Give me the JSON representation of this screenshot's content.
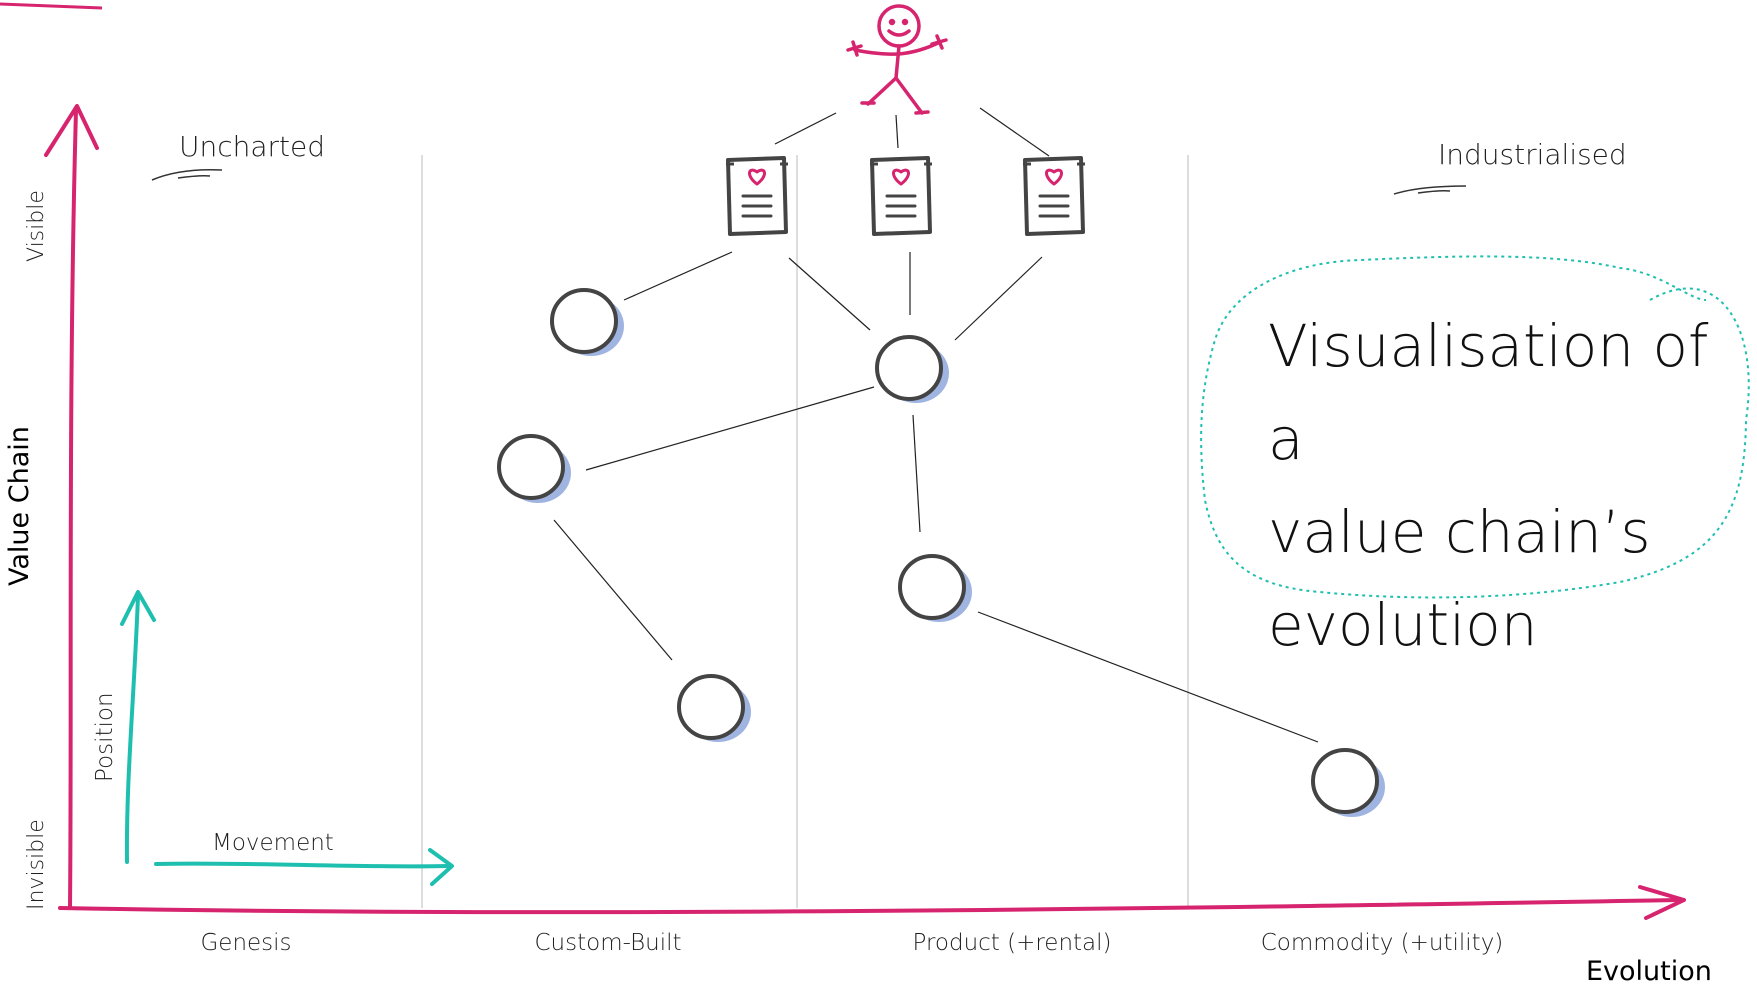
{
  "title": "Visualisation of a\nvalue chain’s\nevolution",
  "axes": {
    "y_label": "Value Chain",
    "x_label": "Evolution",
    "y_top": "Visible",
    "y_bottom": "Invisible"
  },
  "stages": [
    "Genesis",
    "Custom-Built",
    "Product (+rental)",
    "Commodity (+utility)"
  ],
  "regions": {
    "left": "Uncharted",
    "right": "Industrialised"
  },
  "legend": {
    "position": "Position",
    "movement": "Movement"
  },
  "icons": {
    "user": "stick-figure-user-icon",
    "need": "document-with-heart-icon",
    "component": "circle-component-icon"
  },
  "colors": {
    "axis": "#d6246e",
    "legend": "#1fbfb0",
    "node_stroke": "#444444",
    "node_shadow": "#9fb4e0",
    "grid": "#dddddd",
    "title_border": "#1fbfb0"
  }
}
